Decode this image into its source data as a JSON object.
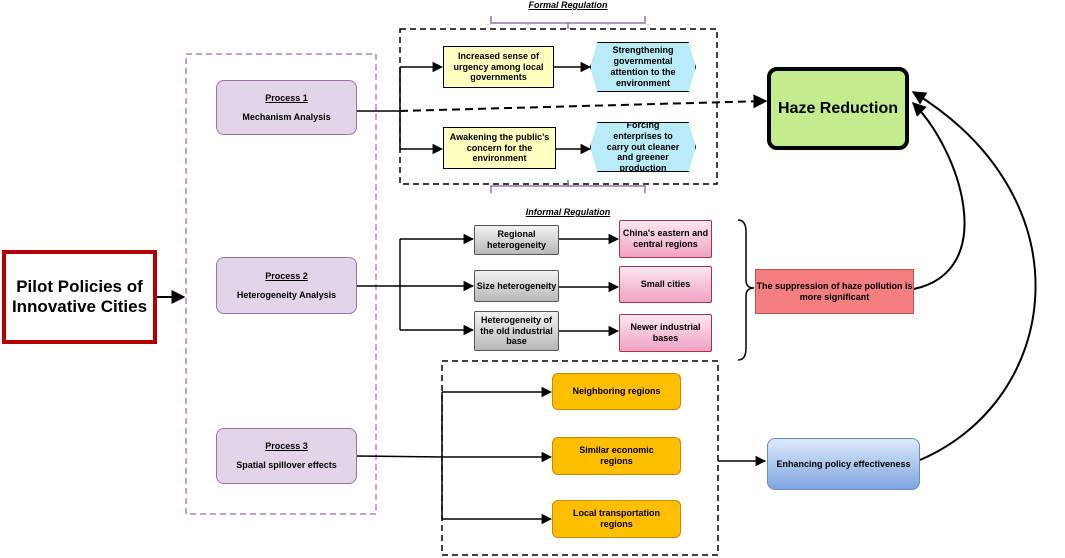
{
  "pilot": "Pilot Policies of Innovative Cities",
  "processes": [
    {
      "title": "Process 1",
      "label": "Mechanism Analysis"
    },
    {
      "title": "Process 2",
      "label": "Heterogeneity Analysis"
    },
    {
      "title": "Process 3",
      "label": "Spatial spillover effects"
    }
  ],
  "regulation": {
    "formal": "Formal Regulation",
    "informal": "Informal Regulation"
  },
  "mechanism": {
    "urgency": "Increased sense of urgency among local governments",
    "attention": "Strengthening governmental attention to the environment",
    "public": "Awakening the public's concern for the environment",
    "enterprises": "Forcing enterprises to carry out cleaner and greener production"
  },
  "heterogeneity": {
    "regional": "Regional heterogeneity",
    "size": "Size heterogeneity",
    "industrial": "Heterogeneity of the old industrial base",
    "china": "China's eastern and central regions",
    "small": "Small cities",
    "newer": "Newer industrial bases"
  },
  "spillover": {
    "neighboring": "Neighboring regions",
    "similar": "Similar economic regions",
    "transport": "Local transportation regions"
  },
  "outcomes": {
    "haze": "Haze Reduction",
    "suppression": "The suppression of haze pollution is more significant",
    "enhancing": "Enhancing policy effectiveness"
  },
  "colors": {
    "pilot_border": "#b30000",
    "process_fill": "#e1d5e7",
    "process_border": "#9673a6",
    "mechanism_fill": "#ffffc0",
    "hexagon_fill": "#b9ebf8",
    "pink_fill": "#f0a2c2",
    "orange_fill": "#ffbe00",
    "haze_fill": "#c3ec8d",
    "suppression_fill": "#f47f80",
    "enhancing_fill": "#7ea6e0"
  }
}
